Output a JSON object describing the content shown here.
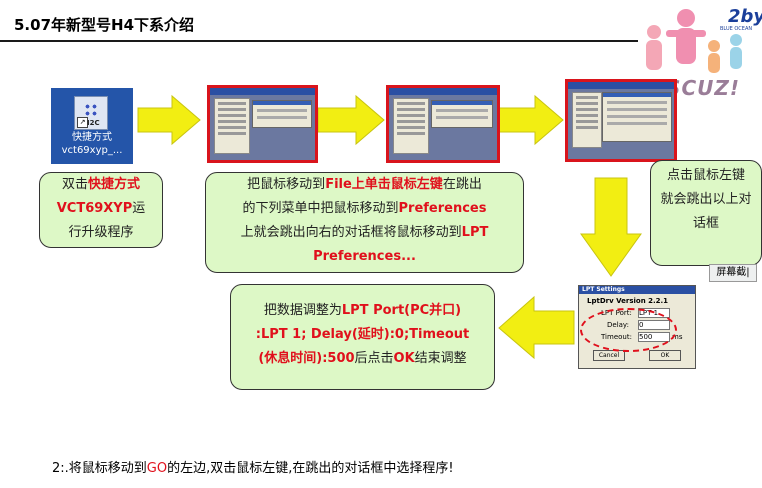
{
  "header": {
    "title": "5.07年新型号H4下系介绍"
  },
  "logo": {
    "text": "DISCUZ!",
    "badge": "2by",
    "badge_sub": "BLUE OCEAN"
  },
  "shortcut": {
    "line1": "快捷方式",
    "line2": "vct69xyp_...",
    "icon_tag": "I2C"
  },
  "step1": {
    "pre": "双击",
    "red1": "快捷方式",
    "red2": "VCT69XYP",
    "post1": "运",
    "post2": "行升级程序"
  },
  "step2": {
    "l1_a": "把鼠标移动到",
    "l1_red": "File上单击鼠标左键",
    "l1_b": "在跳出",
    "l2_a": "的下列菜单中把鼠标移动到",
    "l2_red": "Preferences",
    "l3_a": "上就会跳出向右的对话框将鼠标移动到",
    "l3_red": "LPT",
    "l4_red": "Preferences..."
  },
  "step3": {
    "l1": "点击鼠标左键",
    "l2": "就会跳出以上对",
    "l3": "话框"
  },
  "screencut": {
    "label": "屏幕截|"
  },
  "step4": {
    "l1_a": "把数据调整为",
    "l1_red": "LPT Port(PC并口)",
    "l2_red": ":LPT 1;   Delay(延时):0;Timeout",
    "l3_red1": "(休息时间):500",
    "l3_a": "后点击",
    "l3_red2": "OK",
    "l3_b": "结束调整"
  },
  "lpt_dialog": {
    "title": "LPT Settings",
    "version": "LptDrv Version 2.2.1",
    "port_label": "LPT Port:",
    "port_value": "LPT 1",
    "delay_label": "Delay:",
    "delay_value": "0",
    "timeout_label": "Timeout:",
    "timeout_value": "500",
    "timeout_unit": "ms",
    "cancel": "Cancel",
    "ok": "OK"
  },
  "footer": {
    "pre": "2:.将鼠标移动到",
    "red": "GO",
    "post": "的左边,双击鼠标左键,在跳出的对话框中选择程序!"
  },
  "colors": {
    "green_box": "#ddf8c6",
    "accent_red": "#e0101c",
    "arrow_yellow": "#f2ee12"
  }
}
